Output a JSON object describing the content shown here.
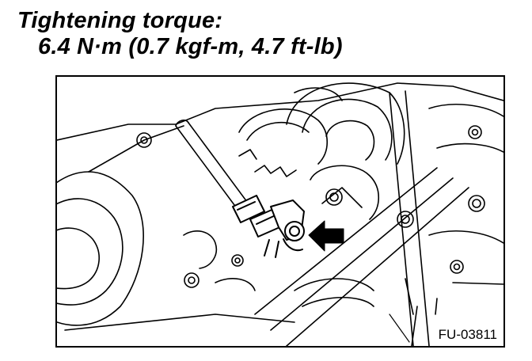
{
  "heading": {
    "line1": "Tightening torque:",
    "line2": "6.4 N·m (0.7 kgf-m, 4.7 ft-lb)"
  },
  "figure": {
    "code": "FU-03811",
    "callout_icon": "arrow-left-icon"
  }
}
